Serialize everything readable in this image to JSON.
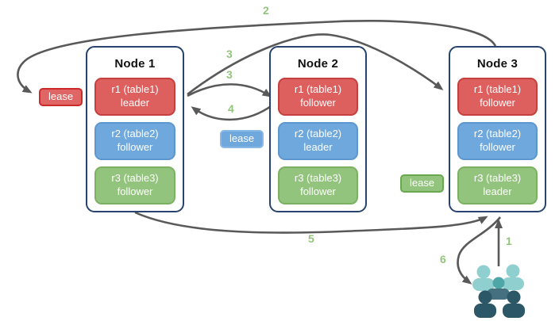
{
  "diagram": {
    "nodes": [
      {
        "title": "Node 1",
        "replicas": [
          {
            "name": "r1 (table1)",
            "role": "leader",
            "color": "#dd5f5e"
          },
          {
            "name": "r2 (table2)",
            "role": "follower",
            "color": "#6fa8dc"
          },
          {
            "name": "r3 (table3)",
            "role": "follower",
            "color": "#93c47d"
          }
        ]
      },
      {
        "title": "Node 2",
        "replicas": [
          {
            "name": "r1 (table1)",
            "role": "follower",
            "color": "#dd5f5e"
          },
          {
            "name": "r2 (table2)",
            "role": "leader",
            "color": "#6fa8dc"
          },
          {
            "name": "r3 (table3)",
            "role": "follower",
            "color": "#93c47d"
          }
        ]
      },
      {
        "title": "Node 3",
        "replicas": [
          {
            "name": "r1 (table1)",
            "role": "follower",
            "color": "#dd5f5e"
          },
          {
            "name": "r2 (table2)",
            "role": "follower",
            "color": "#6fa8dc"
          },
          {
            "name": "r3 (table3)",
            "role": "leader",
            "color": "#93c47d"
          }
        ]
      }
    ],
    "leases": [
      {
        "label": "lease",
        "color": "#e06666"
      },
      {
        "label": "lease",
        "color": "#6fa8dc"
      },
      {
        "label": "lease",
        "color": "#93c47d"
      }
    ],
    "steps": [
      {
        "label": "1"
      },
      {
        "label": "2"
      },
      {
        "label": "3"
      },
      {
        "label": "3"
      },
      {
        "label": "4"
      },
      {
        "label": "5"
      },
      {
        "label": "6"
      }
    ],
    "icons": {
      "clients_group": "people-group-icon"
    },
    "colors": {
      "arrow_gray": "#595959",
      "node_border": "#28436e",
      "step_green": "#93c47d",
      "leader_red": "#dd5f5e",
      "follower_blue": "#6fa8dc",
      "replica_green": "#93c47d",
      "people_light_teal": "#8fcfcf",
      "people_medium_teal": "#4fa6a6",
      "people_slate": "#44707f",
      "people_dark": "#2b5767"
    }
  }
}
